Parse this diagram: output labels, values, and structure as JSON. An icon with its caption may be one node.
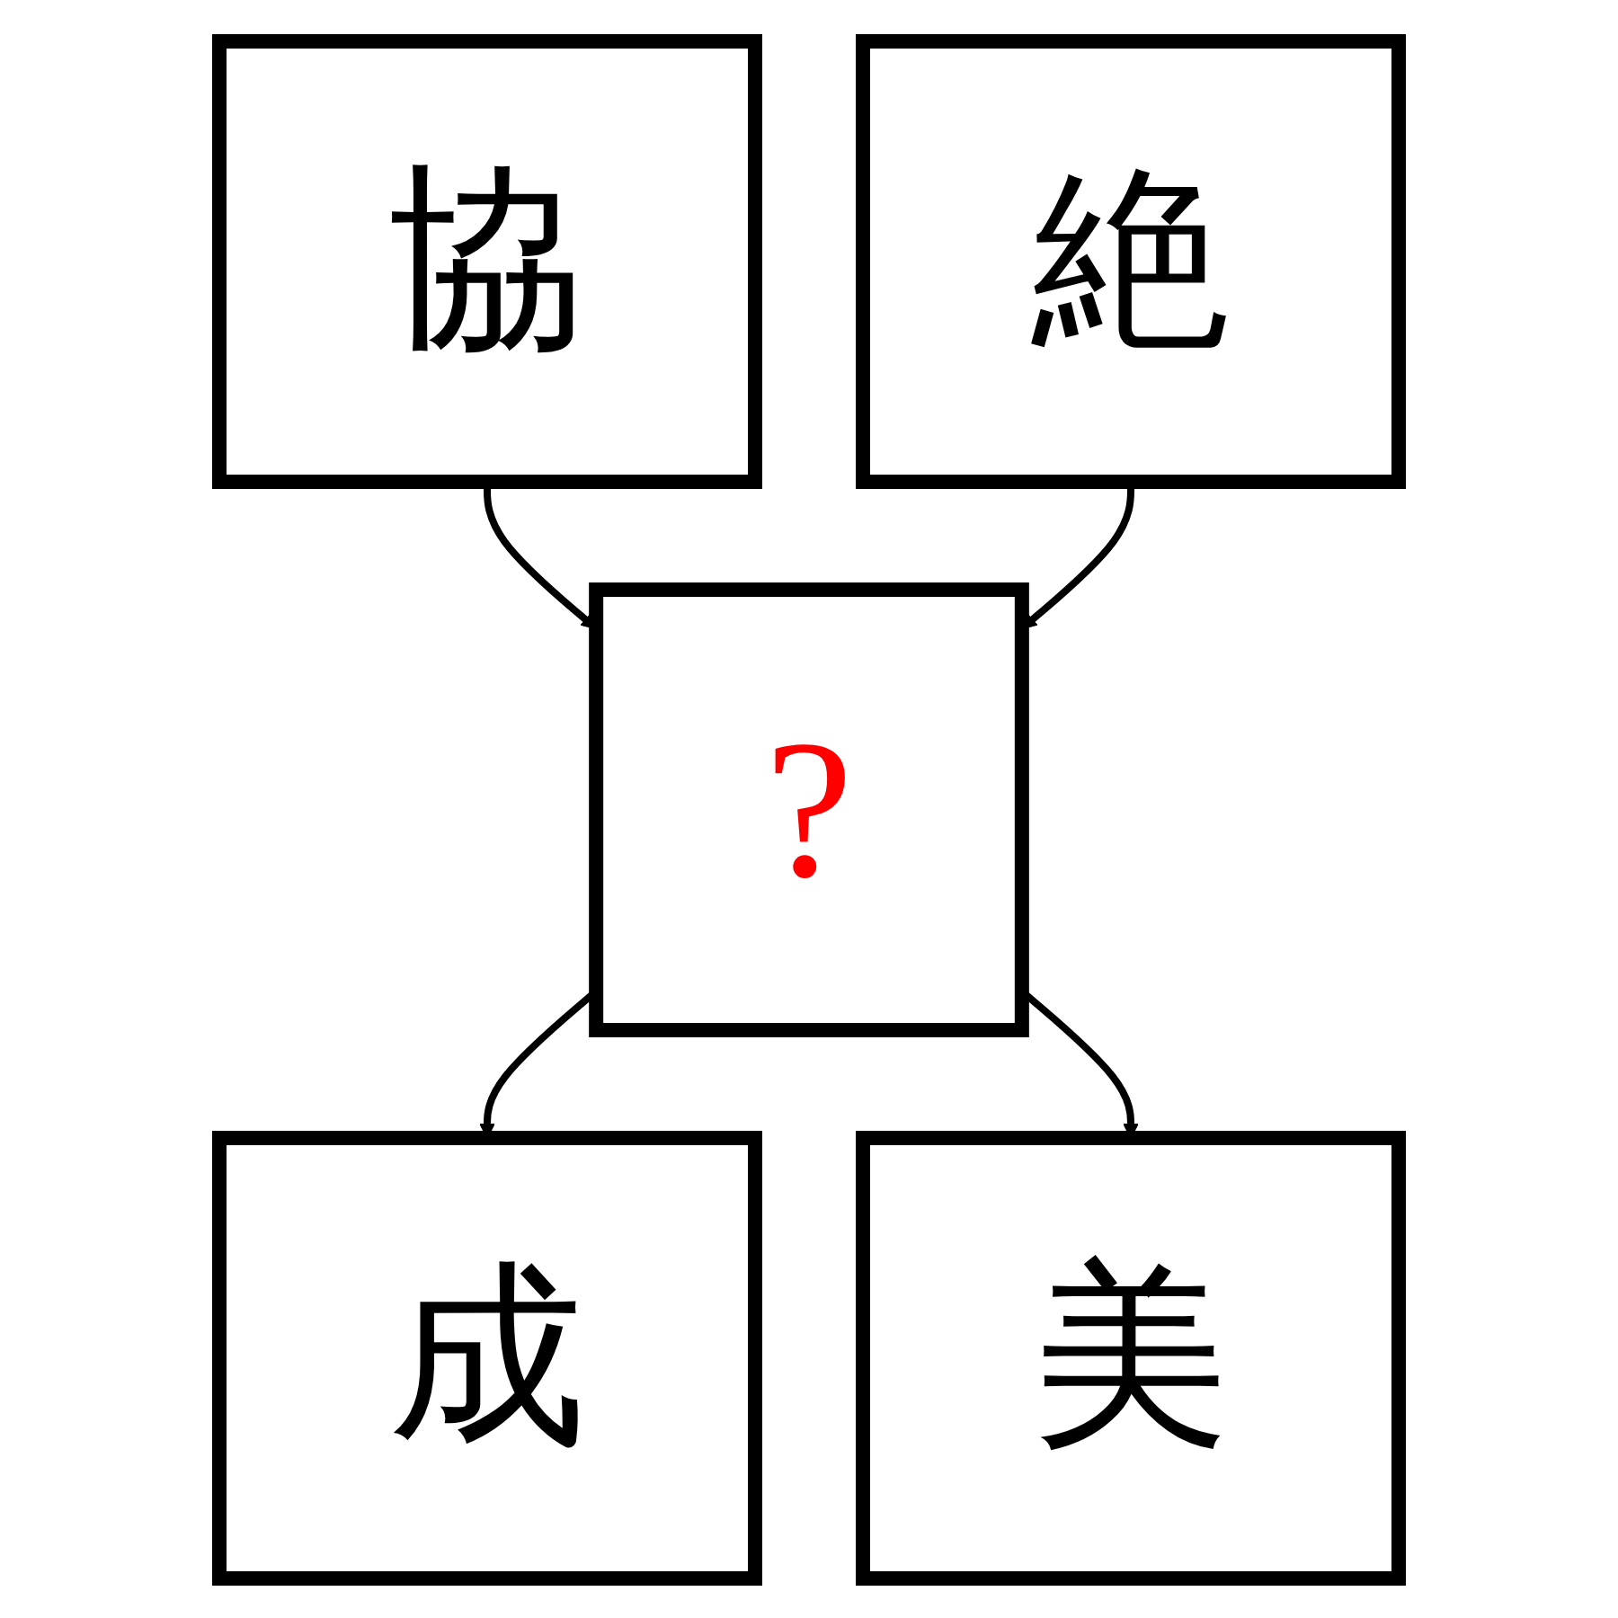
{
  "diagram": {
    "nodes": [
      {
        "text": [
          "協"
        ]
      },
      {
        "text": [
          "絶"
        ]
      },
      {
        "text": [
          "?"
        ]
      },
      {
        "text": [
          "成"
        ]
      },
      {
        "text": [
          "美"
        ]
      }
    ],
    "edges": [
      {
        "from": 0,
        "to": 2,
        "arrow": "to"
      },
      {
        "from": 1,
        "to": 2,
        "arrow": "to"
      },
      {
        "from": 2,
        "to": 3,
        "arrow": "to"
      },
      {
        "from": 2,
        "to": 4,
        "arrow": "to"
      }
    ]
  }
}
